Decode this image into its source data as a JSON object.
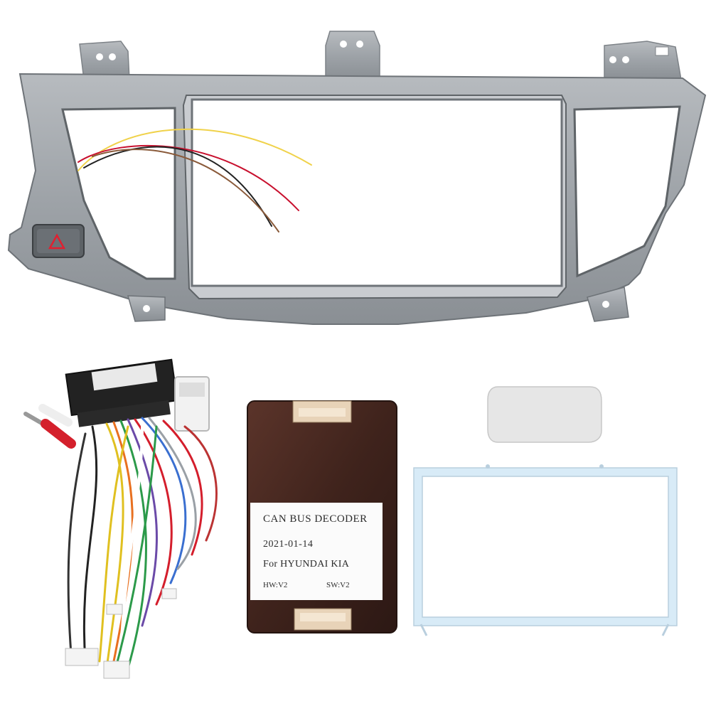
{
  "decoder": {
    "label_title": "CAN BUS DECODER",
    "label_date": "2021-01-14",
    "label_model": "For HYUNDAI KIA",
    "label_hw": "HW:V2",
    "label_sw": "SW:V2"
  },
  "colors": {
    "frame_silver": "#9ea3a8",
    "decoder_brown": "#4a2a22",
    "inner_frame_blue": "#d8ebf7",
    "hazard_red": "#e02030"
  }
}
